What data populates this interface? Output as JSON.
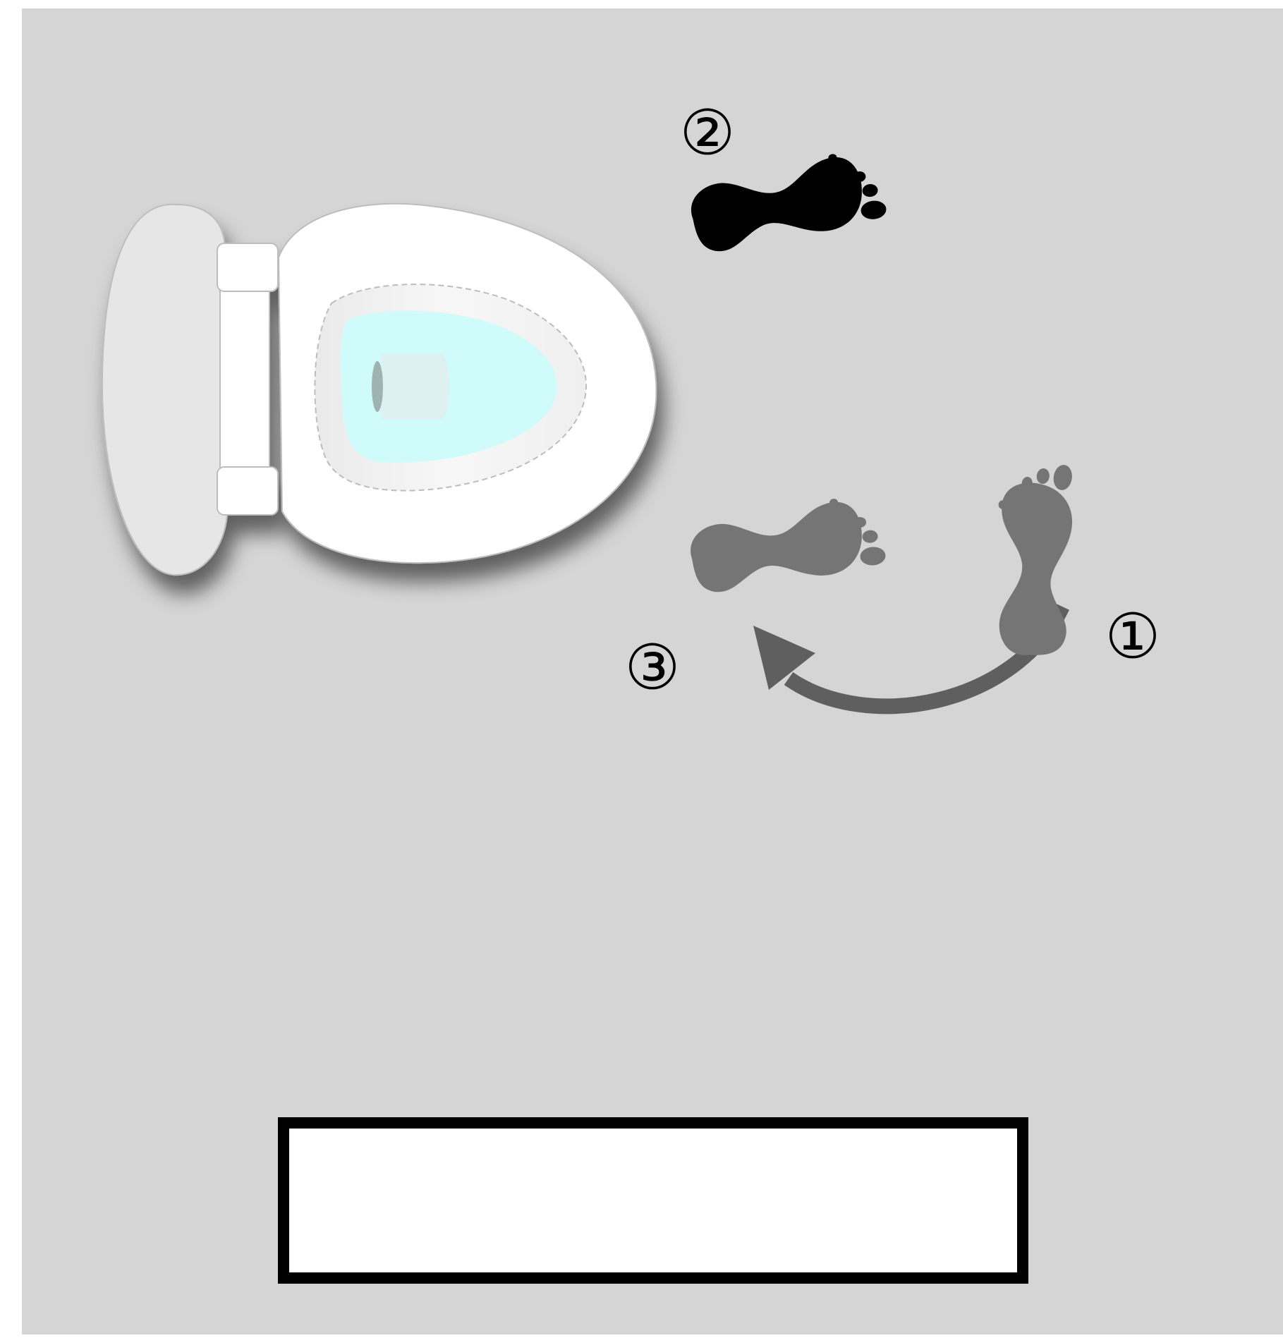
{
  "figure": {
    "colors": {
      "floor": "#d5d5d5",
      "page_background": "#ffffff",
      "toilet_body": "#ffffff",
      "toilet_lid": "#e6e6e6",
      "toilet_outline": "#bdbdbd",
      "water": "#cffcfa",
      "current_footprint": "#000000",
      "previous_footprint": "#757575",
      "rotation_arrow": "#5f5f5f",
      "door_fill": "#ffffff",
      "door_border": "#000000"
    },
    "icons": {
      "toilet": "toilet-top-view-icon",
      "footprint": "footprint-icon",
      "rotation_arrow": "curved-arrow-icon"
    },
    "steps": [
      {
        "label": "①",
        "footprint_color_key": "previous_footprint"
      },
      {
        "label": "②",
        "footprint_color_key": "current_footprint"
      },
      {
        "label": "③",
        "footprint_color_key": "previous_footprint"
      }
    ]
  }
}
